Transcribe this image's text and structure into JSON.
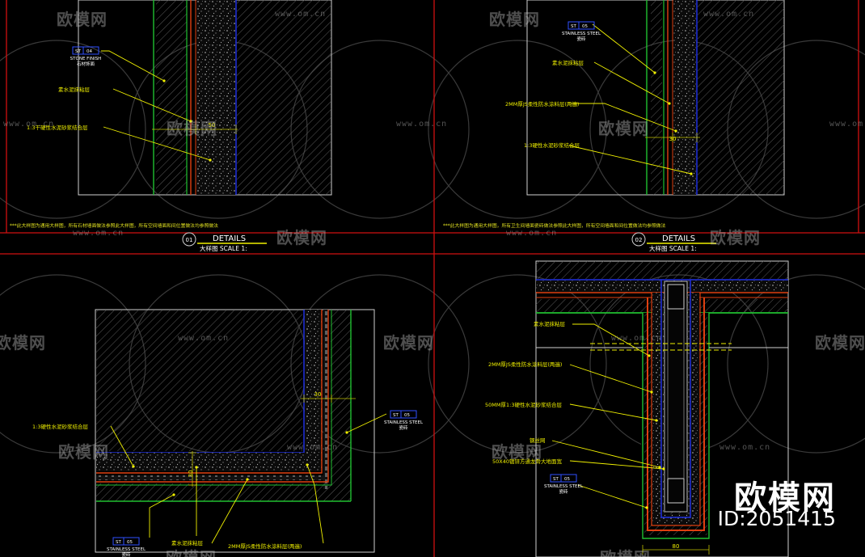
{
  "colors": {
    "background": "#000000",
    "separator": "#d01010",
    "finish_line": "#20c030",
    "waterproof": "#e04010",
    "base_line": "#2030e0",
    "leader": "#f0f000",
    "dimension": "#c0c000",
    "tag_box": "#4050ff",
    "hatch": "#606060",
    "boundary": "#d0d0d0"
  },
  "watermark": {
    "logo_text": "欧模网",
    "url_text": "www.om.cn"
  },
  "brand": {
    "logo": "欧模网",
    "id_label": "ID:2051415"
  },
  "panels": {
    "top_left": {
      "tag": {
        "code": "ST",
        "num": "04"
      },
      "tag_title": "STONE FINISH",
      "tag_subtitle": "石材饰面",
      "labels": [
        "素水泥抹粘层",
        "1:3干硬性水泥砂浆结合层"
      ],
      "dim": "50",
      "note": "***此大样图为通用大样图，所有石材墙面做法参照此大样图，所有空间墙面和间位置做法均参照做法",
      "title_num": "01",
      "title_main": "DETAILS",
      "title_sub": "大样图 SCALE 1:"
    },
    "top_right": {
      "tag": {
        "code": "ST",
        "num": "05"
      },
      "tag_title": "STAINLESS STEEL",
      "tag_subtitle": "瓷砖",
      "labels": [
        "素水泥抹粘层",
        "2MM厚JS柔性防水涂料层(两遍)",
        "1:3硬性水泥砂浆结合层"
      ],
      "dim": "30",
      "note": "***此大样图为通用大样图，所有卫生间墙面瓷砖做法参照此大样图，所有空间墙面和间位置做法均参照做法",
      "title_num": "02",
      "title_main": "DETAILS",
      "title_sub": "大样图 SCALE 1:"
    },
    "bottom_left": {
      "tag_right": {
        "code": "ST",
        "num": "05"
      },
      "tag_right_title": "STAINLESS STEEL",
      "tag_right_subtitle": "瓷砖",
      "tag_bottom": {
        "code": "ST",
        "num": "05"
      },
      "tag_bottom_title": "STAINLESS STEEL",
      "tag_bottom_subtitle": "瓷砖",
      "labels": [
        "1:3硬性水泥砂浆结合层",
        "素水泥抹粘层",
        "2MM厚JS柔性防水涂料层(两遍)"
      ],
      "dim_top": "30",
      "dim_side": "30"
    },
    "bottom_right": {
      "tag": {
        "code": "ST",
        "num": "05"
      },
      "tag_title": "STAINLESS STEEL",
      "tag_subtitle": "瓷砖",
      "labels": [
        "素水泥抹粘层",
        "2MM厚JS柔性防水涂料层(两遍)",
        "50MM厚1:3硬性水泥砂浆结合层",
        "钢丝网",
        "50X40镀锌方通龙骨大地面宽"
      ],
      "dim": "80"
    }
  }
}
